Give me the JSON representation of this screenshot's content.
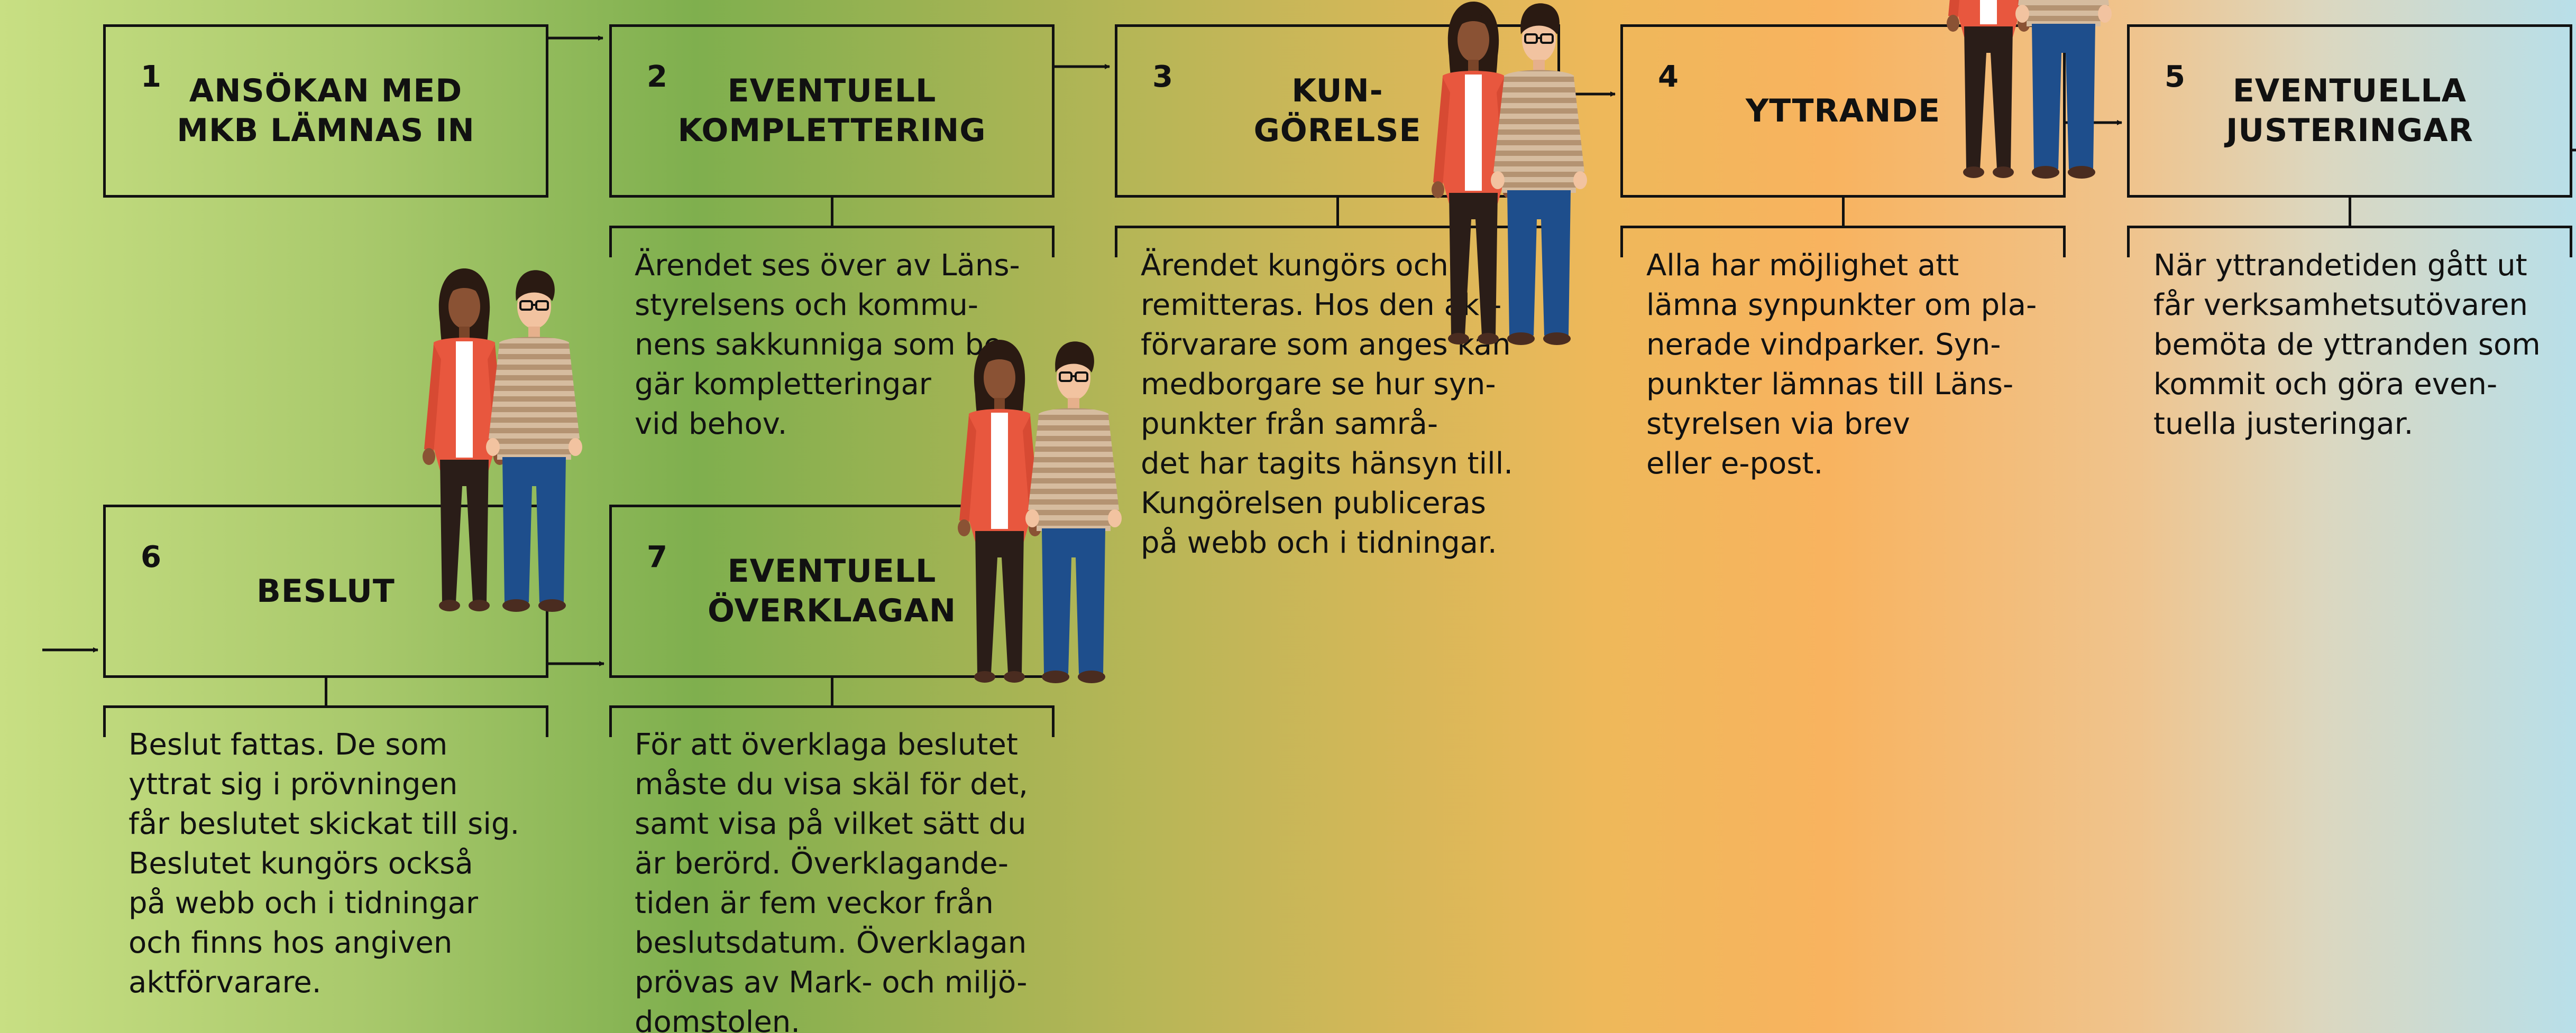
{
  "steps": [
    {
      "num": "1",
      "title": "ANSÖKAN MED\nMKB LÄMNAS IN",
      "desc": ""
    },
    {
      "num": "2",
      "title": "EVENTUELL\nKOMPLETTERING",
      "desc": "Ärendet ses över av Läns-\nstyrelsens och kommu-\nnens sakkunniga som be-\ngär kompletteringar\nvid behov."
    },
    {
      "num": "3",
      "title": "KUN-\nGÖRELSE",
      "desc": "Ärendet kungörs och\nremitteras. Hos den akt-\nförvarare som anges kan\nmedborgare se hur syn-\npunkter från samrå-\ndet har tagits hänsyn till.\nKungörelsen publiceras\npå webb och i tidningar."
    },
    {
      "num": "4",
      "title": "YTTRANDE",
      "desc": "Alla har möjlighet att\nlämna synpunkter om pla-\nnerade vindparker. Syn-\npunkter lämnas till Läns-\nstyrelsen via brev\neller e-post."
    },
    {
      "num": "5",
      "title": "EVENTUELLA\nJUSTERINGAR",
      "desc": "När yttrandetiden gått ut\nfår verksamhetsutövaren\nbemöta de yttranden som\nkommit och göra even-\ntuella justeringar."
    },
    {
      "num": "6",
      "title": "BESLUT",
      "desc": "Beslut fattas. De som\nyttrat sig i prövningen\nfår beslutet skickat till sig.\nBeslutet kungörs också\npå webb och i tidningar\noch finns hos angiven\naktförvarare."
    },
    {
      "num": "7",
      "title": "EVENTUELL\nÖVERKLAGAN",
      "desc": "För att överklaga beslutet\nmåste du visa skäl för det,\nsamt visa på vilket sätt du\när berörd. Överklagande-\ntiden är fem veckor från\nbeslutsdatum. Överklagan\nprövas av Mark- och miljö-\ndomstolen."
    }
  ],
  "colors": {
    "line": "#111111",
    "skin": "#8a5234",
    "hair": "#2a1a12",
    "jacket": "#e8573e",
    "shirt_stripe_a": "#d2b79b",
    "shirt_stripe_b": "#b89878",
    "jeans": "#1e4e8c",
    "woman_pants": "#2a1d18"
  }
}
